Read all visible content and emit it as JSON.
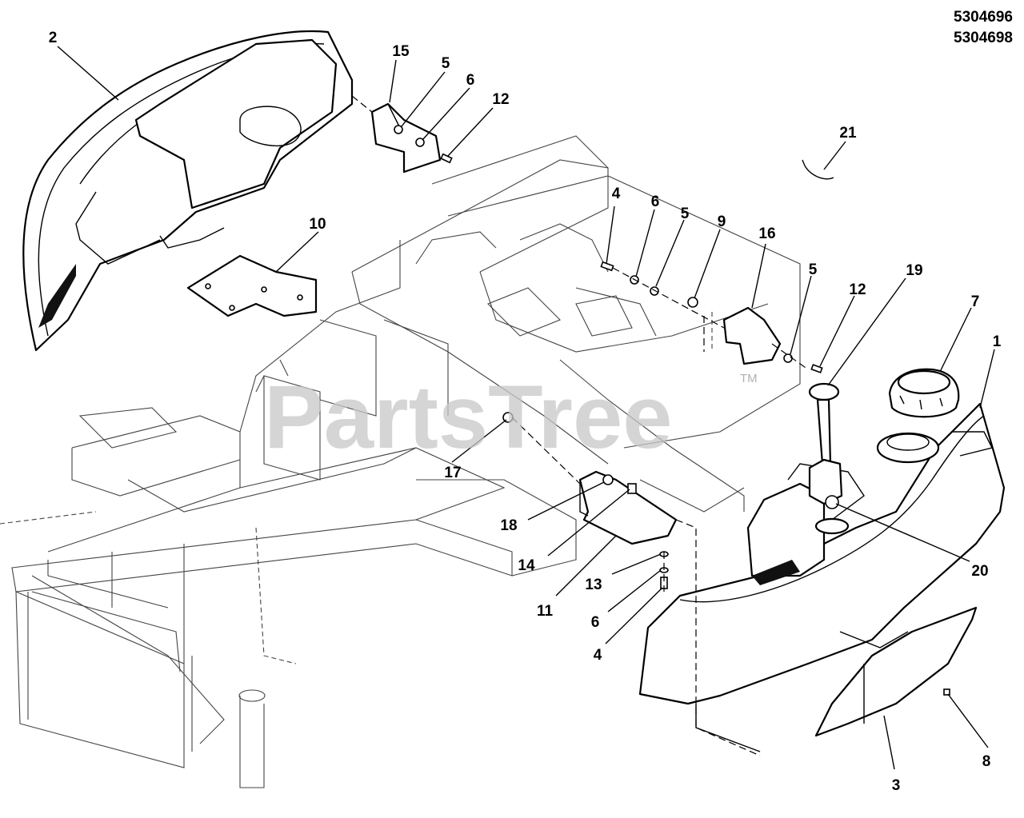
{
  "model_numbers": [
    "5304696",
    "5304698"
  ],
  "watermark": {
    "text": "PartsTree",
    "trademark": "TM"
  },
  "callouts": [
    "2",
    "15",
    "5",
    "6",
    "12",
    "21",
    "4",
    "6",
    "5",
    "9",
    "16",
    "5",
    "12",
    "10",
    "7",
    "1",
    "19",
    "17",
    "18",
    "14",
    "11",
    "13",
    "6",
    "4",
    "20",
    "8",
    "3"
  ]
}
